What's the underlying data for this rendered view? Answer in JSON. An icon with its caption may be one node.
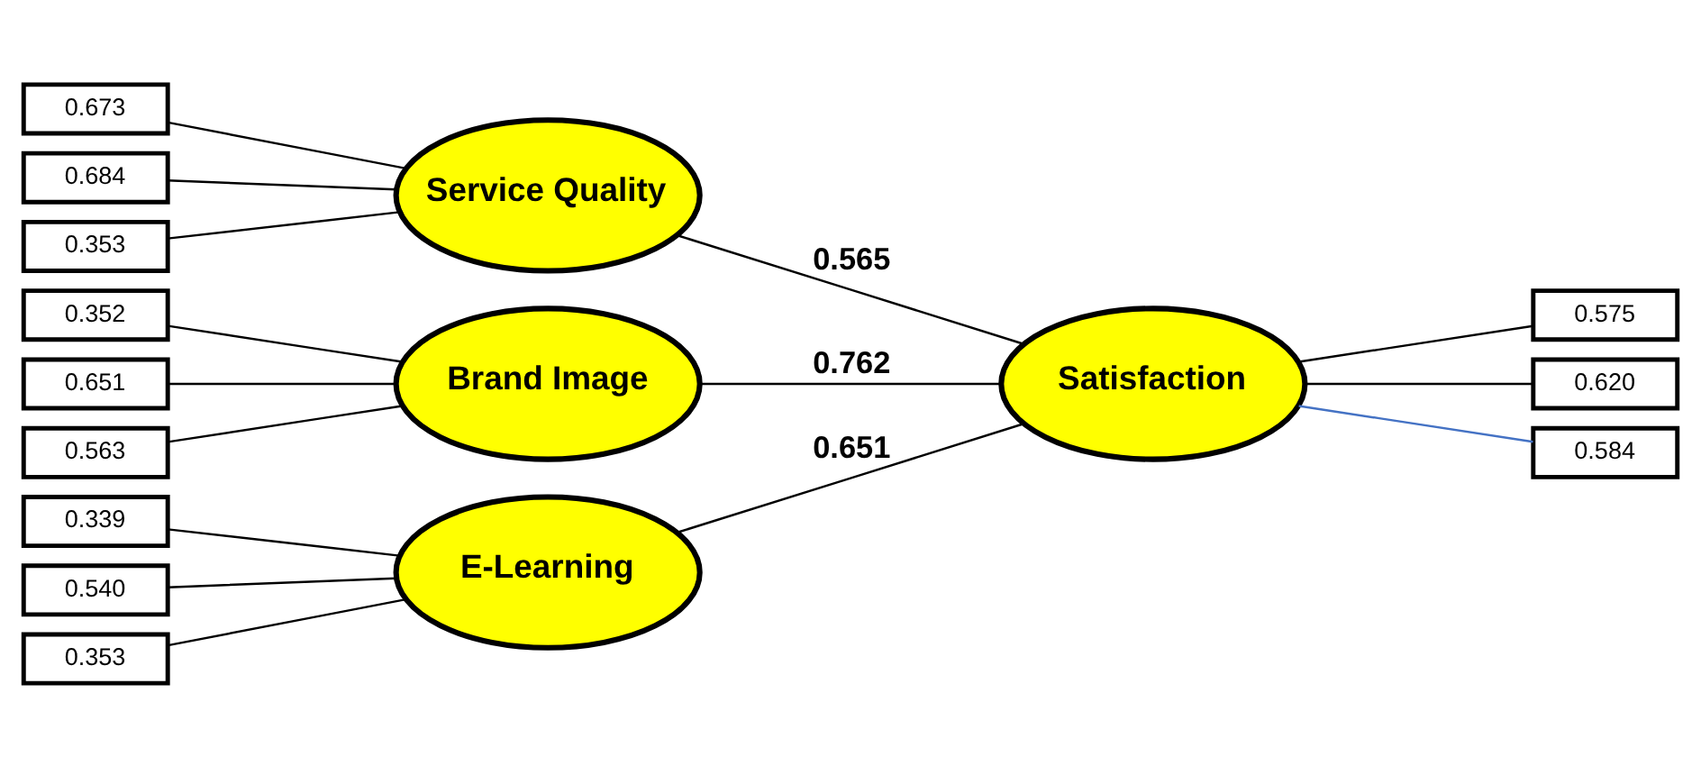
{
  "diagram": {
    "nodes": [
      {
        "text": [
          "0.339"
        ]
      },
      {
        "text": [
          "0.540"
        ]
      },
      {
        "text": [
          "0.353"
        ]
      },
      {
        "text": [
          "0.673"
        ]
      },
      {
        "text": [
          "0.684"
        ]
      },
      {
        "text": [
          "0.353"
        ]
      },
      {
        "text": [
          "0.352"
        ]
      },
      {
        "text": [
          "0.651"
        ]
      },
      {
        "text": [
          "0.563"
        ]
      },
      {
        "text": [
          "E-Learning"
        ]
      },
      {
        "text": [
          "Service Quality"
        ]
      },
      {
        "text": [
          "Brand Image"
        ]
      },
      {
        "text": [
          "Satisfaction"
        ]
      },
      {
        "text": [
          "0.575"
        ]
      },
      {
        "text": [
          "0.620"
        ]
      },
      {
        "text": [
          "0.584"
        ]
      }
    ],
    "edges": [
      {
        "from": 0,
        "to": 9,
        "arrow": "none"
      },
      {
        "from": 1,
        "to": 9,
        "arrow": "none"
      },
      {
        "from": 2,
        "to": 9,
        "arrow": "none"
      },
      {
        "from": 3,
        "to": 10,
        "arrow": "none"
      },
      {
        "from": 4,
        "to": 10,
        "arrow": "none"
      },
      {
        "from": 5,
        "to": 10,
        "arrow": "none"
      },
      {
        "from": 6,
        "to": 11,
        "arrow": "none"
      },
      {
        "from": 7,
        "to": 11,
        "arrow": "none"
      },
      {
        "from": 8,
        "to": 11,
        "arrow": "none"
      },
      {
        "from": 9,
        "to": 12,
        "arrow": "none",
        "label": "0.651"
      },
      {
        "from": 10,
        "to": 12,
        "arrow": "none",
        "label": "0.565"
      },
      {
        "from": 11,
        "to": 12,
        "arrow": "none",
        "label": "0.762"
      },
      {
        "from": 12,
        "to": 13,
        "arrow": "none"
      },
      {
        "from": 12,
        "to": 14,
        "arrow": "none"
      },
      {
        "from": 12,
        "to": 15,
        "arrow": "none",
        "color": "#4472c4"
      }
    ]
  }
}
